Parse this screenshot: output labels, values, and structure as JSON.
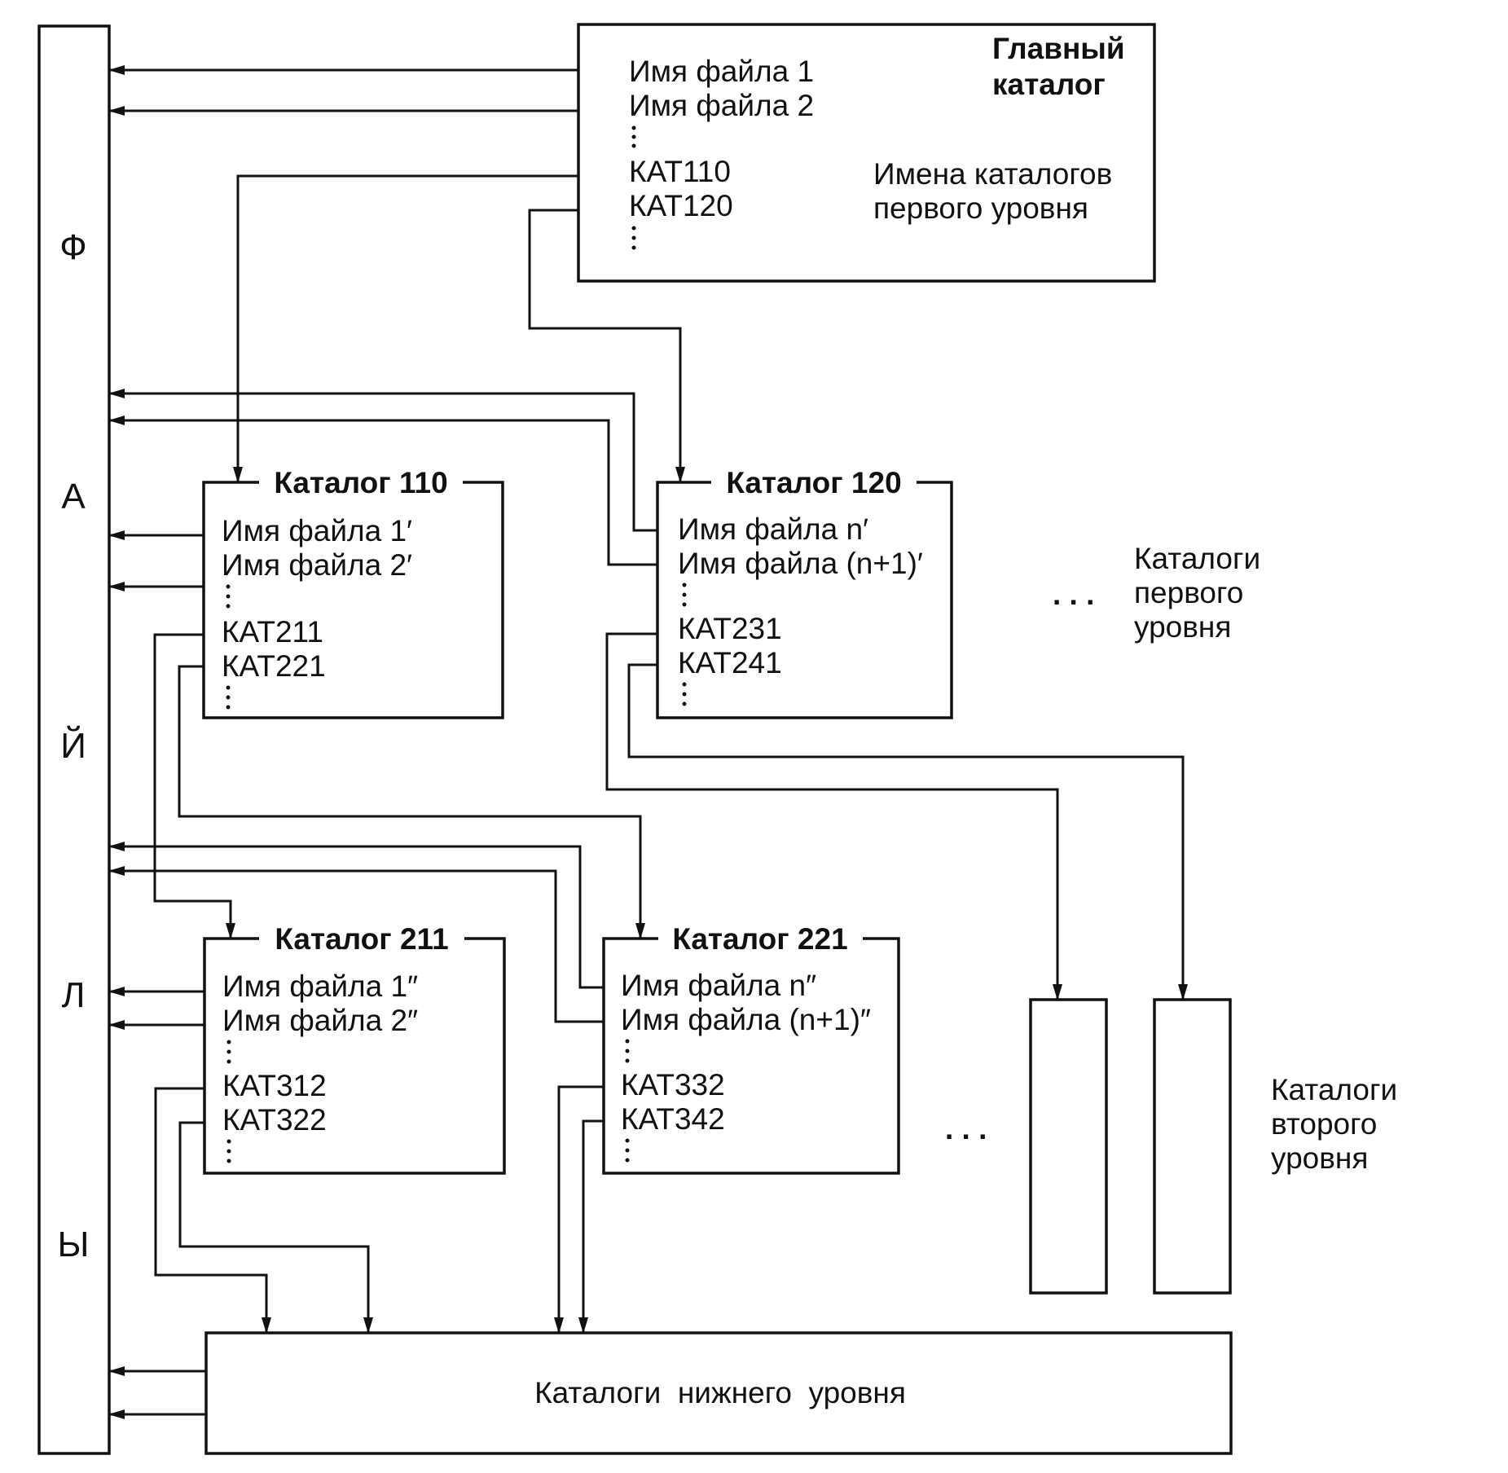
{
  "files_label_letters": [
    "Ф",
    "А",
    "Й",
    "Л",
    "Ы"
  ],
  "main_catalog": {
    "title_line1": "Главный",
    "title_line2": "каталог",
    "entries": [
      "Имя файла 1",
      "Имя файла 2",
      "КАТ110",
      "КАТ120"
    ],
    "note_line1": "Имена каталогов",
    "note_line2": "первого уровня"
  },
  "catalog_110": {
    "title": "Каталог 110",
    "entries": [
      "Имя файла 1′",
      "Имя файла 2′",
      "КАТ211",
      "КАТ221"
    ]
  },
  "catalog_120": {
    "title": "Каталог 120",
    "entries": [
      "Имя файла n′",
      "Имя файла (n+1)′",
      "КАТ231",
      "КАТ241"
    ]
  },
  "catalog_211": {
    "title": "Каталог 211",
    "entries": [
      "Имя файла 1″",
      "Имя файла 2″",
      "КАТ312",
      "КАТ322"
    ]
  },
  "catalog_221": {
    "title": "Каталог 221",
    "entries": [
      "Имя файла n″",
      "Имя файла (n+1)″",
      "КАТ332",
      "КАТ342"
    ]
  },
  "first_level_label": [
    "Каталоги",
    "первого",
    "уровня"
  ],
  "second_level_label": [
    "Каталоги",
    "второго",
    "уровня"
  ],
  "bottom_catalog": "Каталоги  нижнего  уровня",
  "ellipsis": ". . ."
}
